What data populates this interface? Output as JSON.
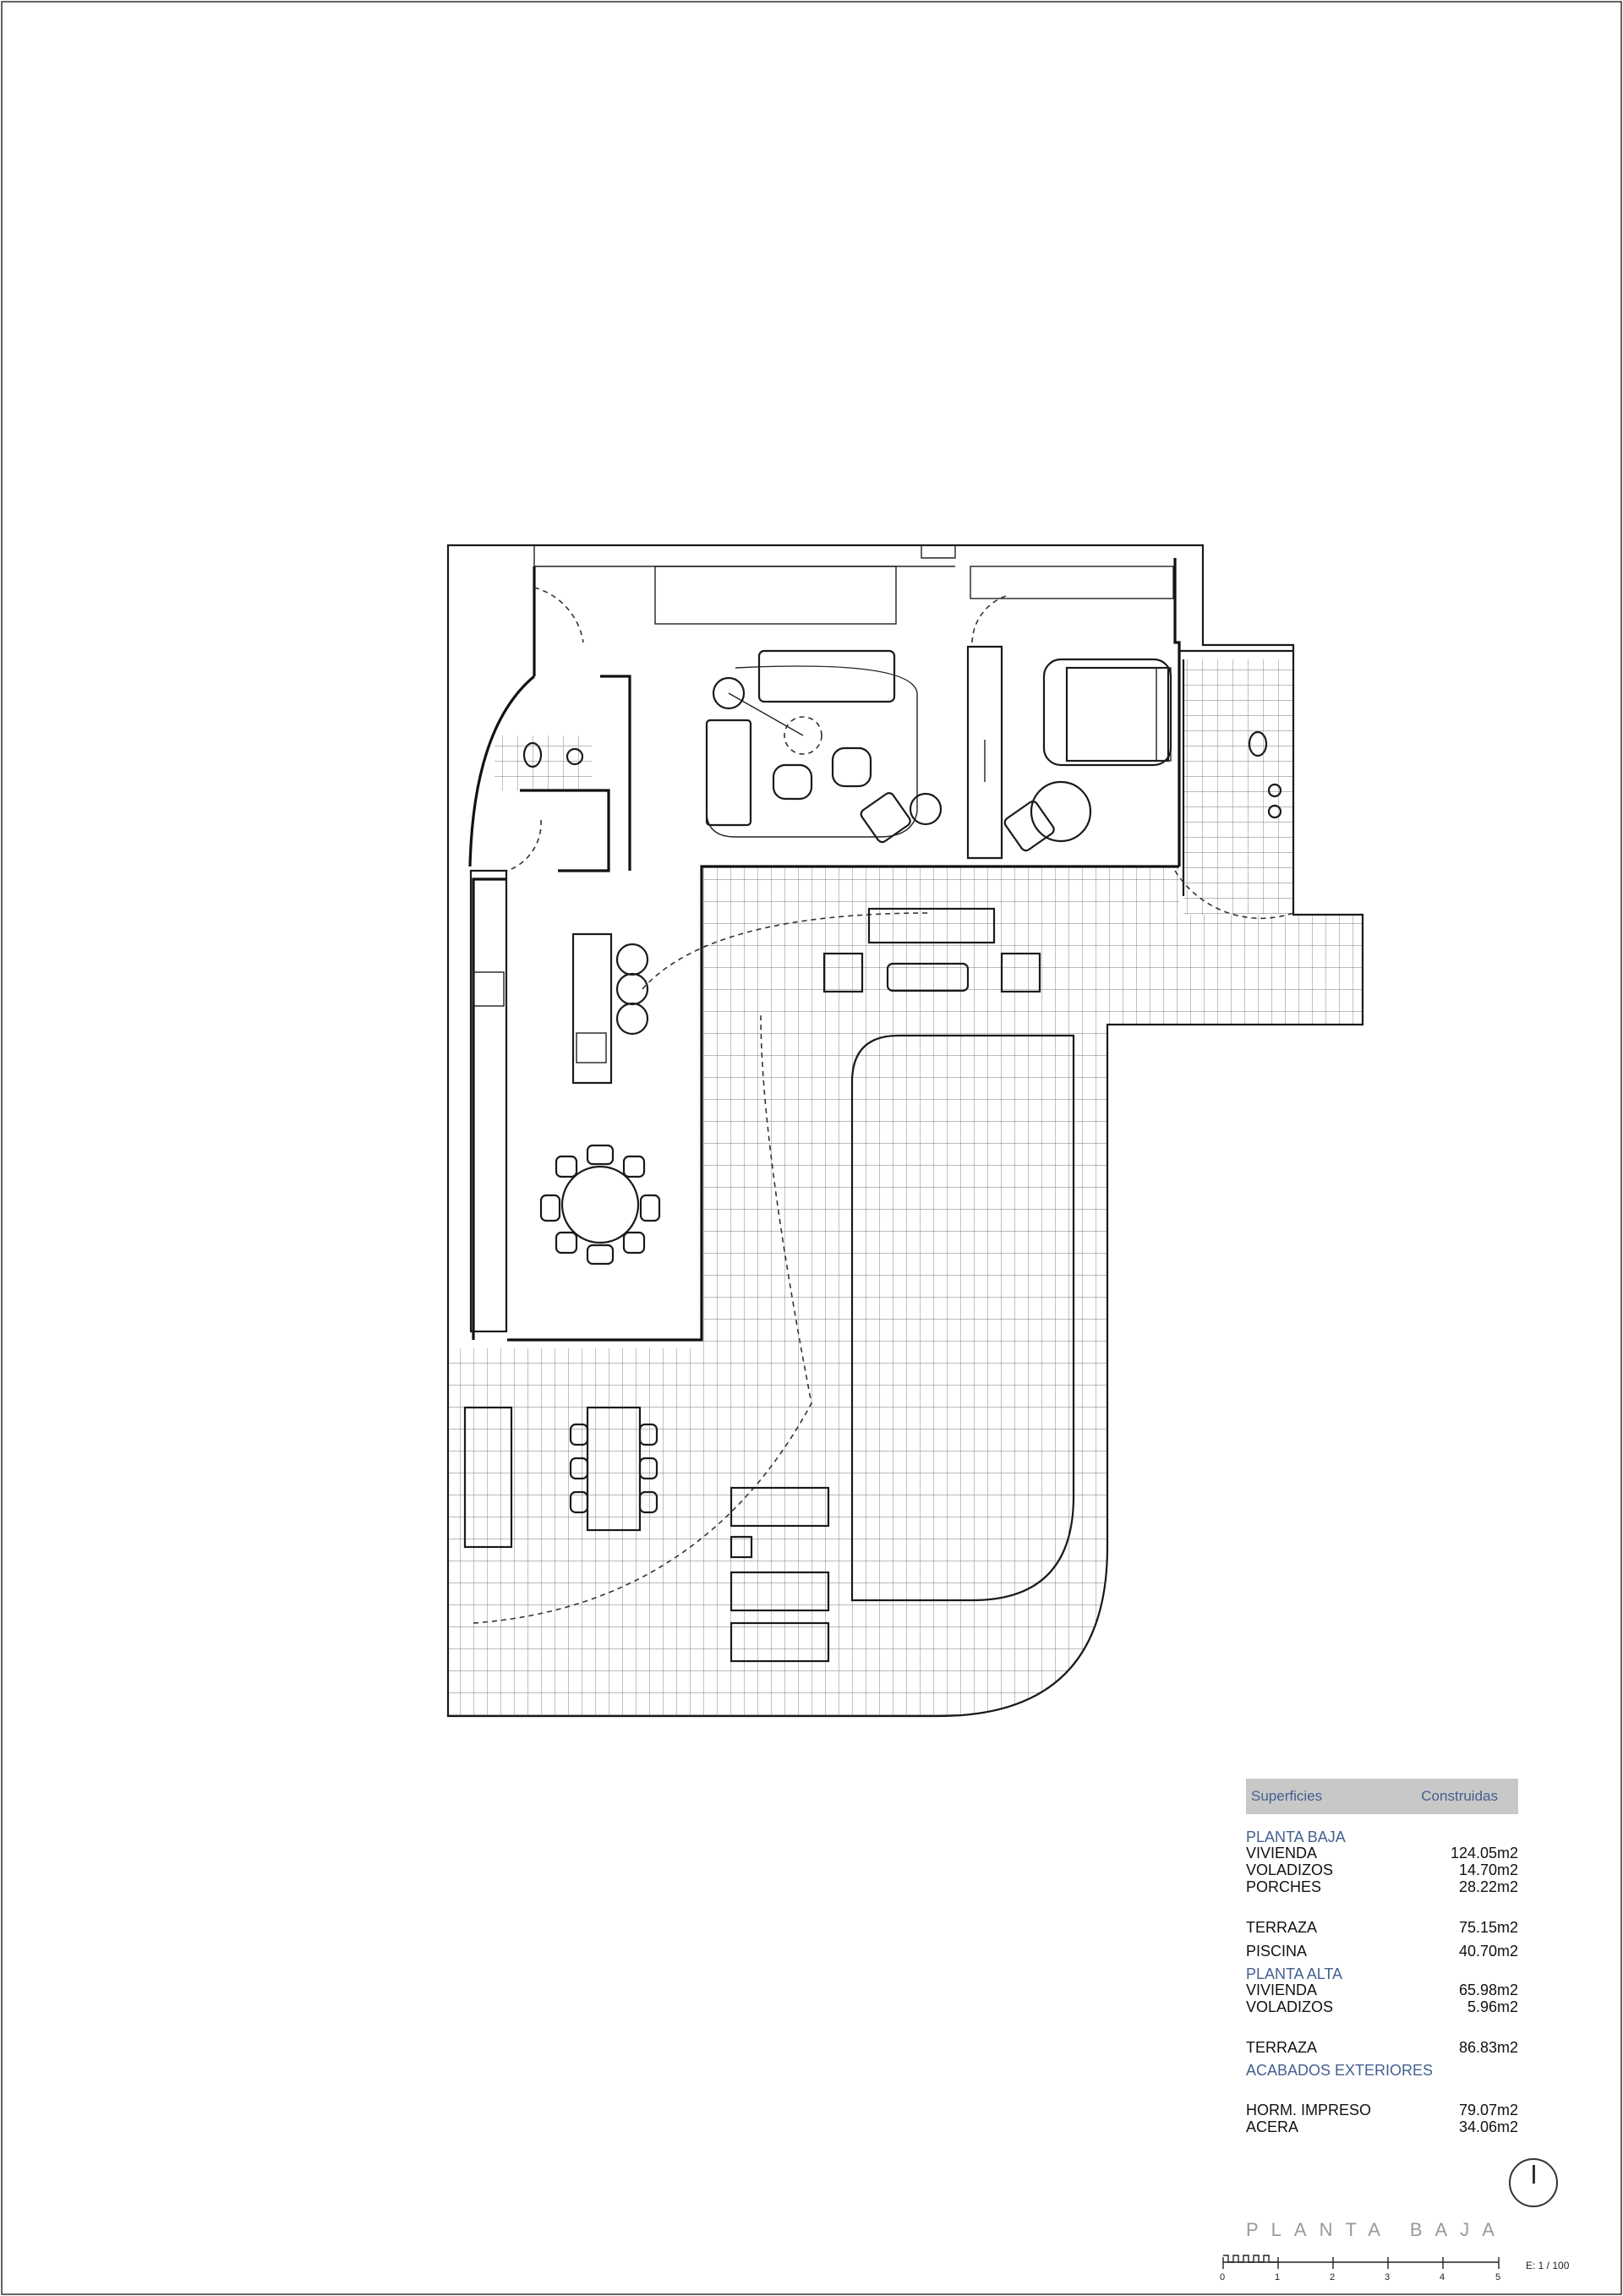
{
  "table": {
    "header_left": "Superficies",
    "header_right": "Construidas",
    "planta_baja": {
      "title": "PLANTA BAJA",
      "rows": [
        {
          "label": "VIVIENDA",
          "value": "124.05m2"
        },
        {
          "label": "VOLADIZOS",
          "value": "14.70m2"
        },
        {
          "label": "PORCHES",
          "value": "28.22m2"
        }
      ],
      "rows2": [
        {
          "label": "TERRAZA",
          "value": "75.15m2"
        },
        {
          "label": "PISCINA",
          "value": "40.70m2"
        }
      ]
    },
    "planta_alta": {
      "title": "PLANTA ALTA",
      "rows": [
        {
          "label": "VIVIENDA",
          "value": "65.98m2"
        },
        {
          "label": "VOLADIZOS",
          "value": "5.96m2"
        }
      ],
      "rows2": [
        {
          "label": "TERRAZA",
          "value": "86.83m2"
        }
      ]
    },
    "acabados": {
      "title": "ACABADOS EXTERIORES",
      "rows": [
        {
          "label": "HORM. IMPRESO",
          "value": "79.07m2"
        },
        {
          "label": "ACERA",
          "value": "34.06m2"
        }
      ]
    }
  },
  "drawing_title": "PLANTA BAJA",
  "scale_label": "E: 1 / 100",
  "scale_ticks": [
    "0",
    "1",
    "2",
    "3",
    "4",
    "5"
  ],
  "icons": {
    "north": "north-arrow-icon"
  }
}
